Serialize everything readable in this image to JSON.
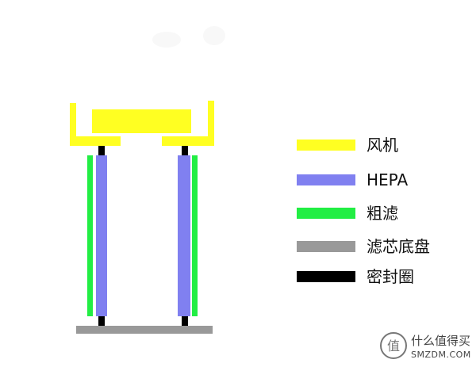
{
  "colors": {
    "fan": "#ffff22",
    "hepa": "#8080f0",
    "coarse_filter": "#22ee44",
    "base": "#999999",
    "seal": "#000000"
  },
  "legend": [
    {
      "key": "fan",
      "label": "风机",
      "color": "#ffff22"
    },
    {
      "key": "hepa",
      "label": "HEPA",
      "color": "#8080f0"
    },
    {
      "key": "coarse_filter",
      "label": "粗滤",
      "color": "#22ee44"
    },
    {
      "key": "base",
      "label": "滤芯底盘",
      "color": "#999999"
    },
    {
      "key": "seal",
      "label": "密封圈",
      "color": "#000000"
    }
  ],
  "watermark": {
    "text_cn": "什么值得买",
    "text_en": "SMZDM.COM",
    "icon": "smzdm-logo-icon"
  }
}
